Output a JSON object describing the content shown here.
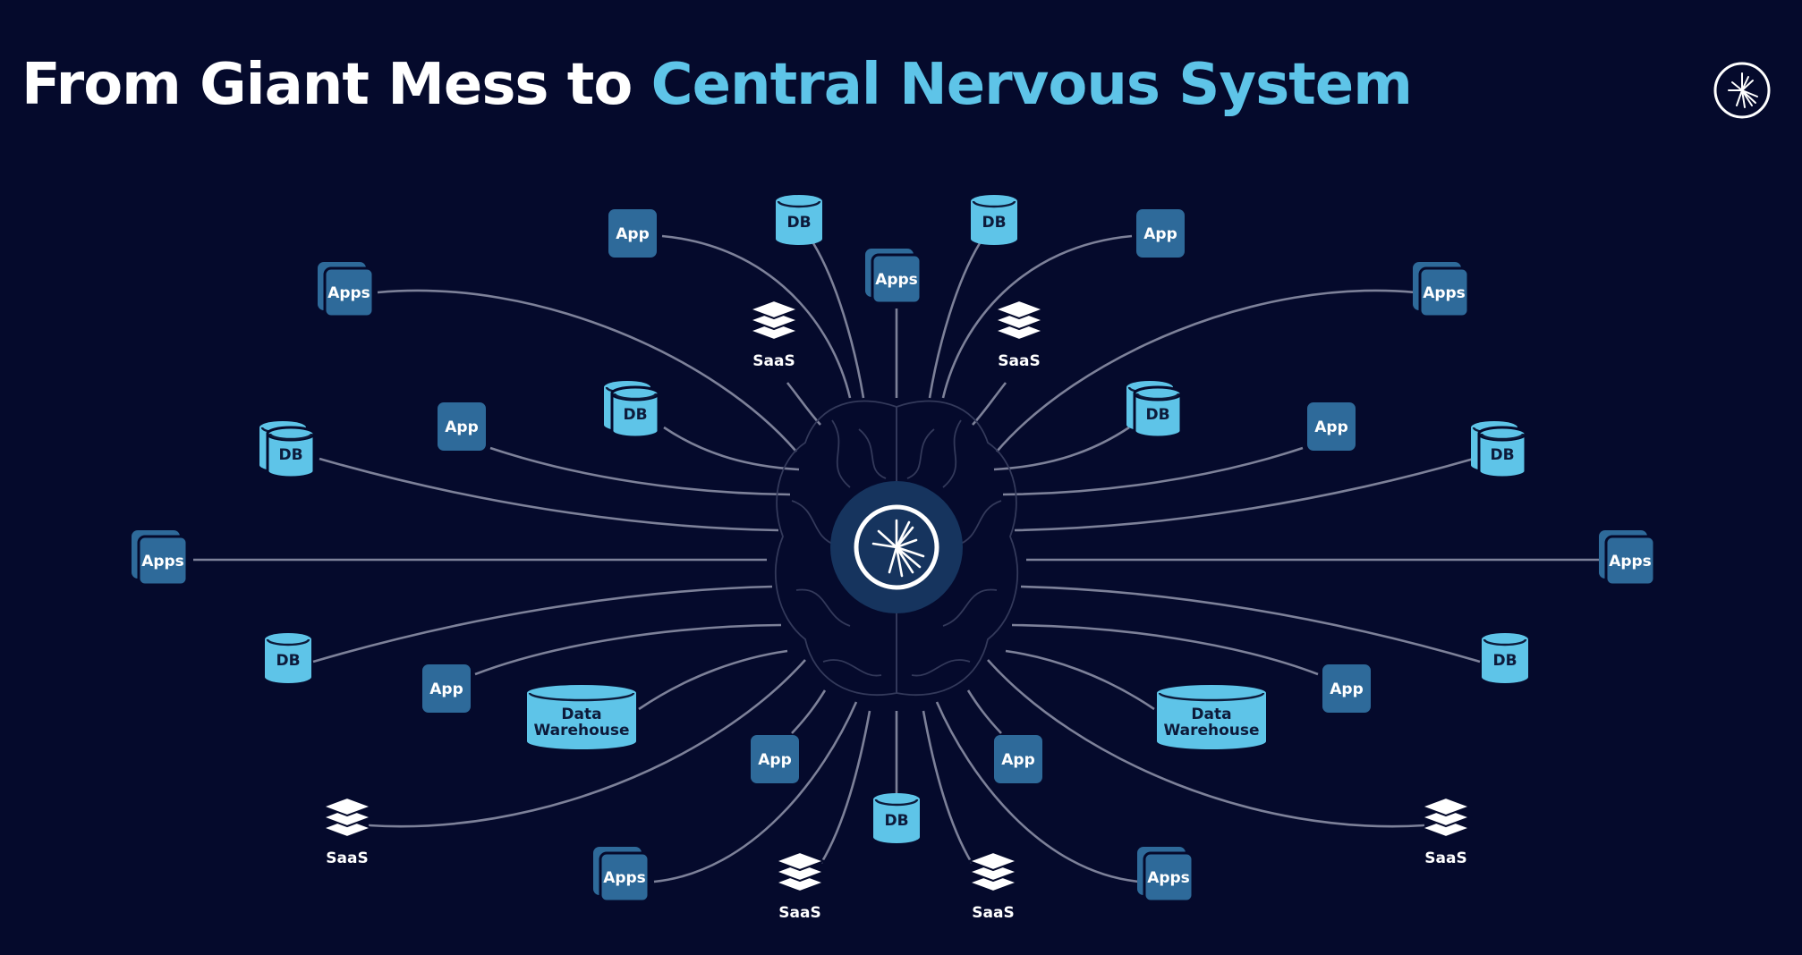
{
  "title": {
    "prefix": "From Giant Mess to",
    "accent": "Central Nervous System"
  },
  "colors": {
    "background": "#050a2c",
    "accent": "#5ec4e8",
    "app_tile": "#2e6a9a",
    "db_cylinder": "#5ec4e8",
    "line": "#7d8199",
    "text_dark": "#0d1a3a",
    "text_light": "#ffffff"
  },
  "hub": {
    "icon": "kafka-logo-icon",
    "brain_icon": "brain-outline-icon"
  },
  "logo": {
    "icon": "kafka-logo-icon"
  },
  "nodes": [
    {
      "id": "app-top-left",
      "type": "app",
      "label": "App"
    },
    {
      "id": "db-top-left",
      "type": "db",
      "label": "DB"
    },
    {
      "id": "db-top-right",
      "type": "db",
      "label": "DB"
    },
    {
      "id": "app-top-right",
      "type": "app",
      "label": "App"
    },
    {
      "id": "apps-top-center",
      "type": "apps",
      "label": "Apps"
    },
    {
      "id": "apps-upper-left",
      "type": "apps",
      "label": "Apps"
    },
    {
      "id": "apps-upper-right",
      "type": "apps",
      "label": "Apps"
    },
    {
      "id": "saas-upper-left",
      "type": "saas",
      "label": "SaaS"
    },
    {
      "id": "saas-upper-right",
      "type": "saas",
      "label": "SaaS"
    },
    {
      "id": "app-mid-left",
      "type": "app",
      "label": "App"
    },
    {
      "id": "dbs-mid-left",
      "type": "dbs",
      "label": "DB"
    },
    {
      "id": "dbs-mid-right",
      "type": "dbs",
      "label": "DB"
    },
    {
      "id": "app-mid-right",
      "type": "app",
      "label": "App"
    },
    {
      "id": "dbs-far-left",
      "type": "dbs",
      "label": "DB"
    },
    {
      "id": "dbs-far-right",
      "type": "dbs",
      "label": "DB"
    },
    {
      "id": "apps-left",
      "type": "apps",
      "label": "Apps"
    },
    {
      "id": "apps-right",
      "type": "apps",
      "label": "Apps"
    },
    {
      "id": "db-lower-left",
      "type": "db",
      "label": "DB"
    },
    {
      "id": "db-lower-right",
      "type": "db",
      "label": "DB"
    },
    {
      "id": "app-lower-left",
      "type": "app",
      "label": "App"
    },
    {
      "id": "app-lower-right",
      "type": "app",
      "label": "App"
    },
    {
      "id": "dw-left",
      "type": "dw",
      "label": [
        "Data",
        "Warehouse"
      ]
    },
    {
      "id": "dw-right",
      "type": "dw",
      "label": [
        "Data",
        "Warehouse"
      ]
    },
    {
      "id": "app-bottom-left",
      "type": "app",
      "label": "App"
    },
    {
      "id": "app-bottom-right",
      "type": "app",
      "label": "App"
    },
    {
      "id": "db-bottom-center",
      "type": "db",
      "label": "DB"
    },
    {
      "id": "saas-lower-left",
      "type": "saas",
      "label": "SaaS"
    },
    {
      "id": "saas-lower-right",
      "type": "saas",
      "label": "SaaS"
    },
    {
      "id": "apps-bottom-left",
      "type": "apps",
      "label": "Apps"
    },
    {
      "id": "apps-bottom-right",
      "type": "apps",
      "label": "Apps"
    },
    {
      "id": "saas-bottom-left",
      "type": "saas",
      "label": "SaaS"
    },
    {
      "id": "saas-bottom-right",
      "type": "saas",
      "label": "SaaS"
    }
  ]
}
